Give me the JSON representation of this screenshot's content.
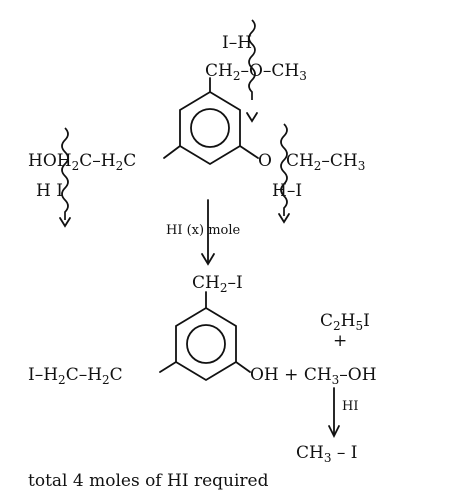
{
  "reactant": {
    "top_reagent": "I–H",
    "top_chain_ch2": "CH",
    "top_chain_ch2_sub": "2",
    "top_chain_rest": "–O–CH",
    "top_chain_ch3_sub": "3",
    "left_chain_a": "HO",
    "left_chain_b": "H",
    "left_chain_b_sub": "2",
    "left_chain_c": "C–H",
    "left_chain_c_sub": "2",
    "left_chain_d": "C",
    "left_reagent": "H  I",
    "right_chain_o": "O",
    "right_chain_a": "CH",
    "right_chain_a_sub": "2",
    "right_chain_b": "–CH",
    "right_chain_b_sub": "3",
    "right_reagent": "H–I"
  },
  "arrow_label": "HI (x) mole",
  "product": {
    "top_ch2": "CH",
    "top_ch2_sub": "2",
    "top_i": "–I",
    "left_a": "I–H",
    "left_a_sub": "2",
    "left_b": "C–H",
    "left_b_sub": "2",
    "left_c": "C",
    "oh_plus": "OH + CH",
    "ch3_sub": "3",
    "oh_end": "–OH",
    "ethyl_c": "C",
    "ethyl_c_sub": "2",
    "ethyl_h": "H",
    "ethyl_h_sub": "5",
    "ethyl_i": "I",
    "plus": "+",
    "hi_label": "HI",
    "final": "CH",
    "final_sub": "3",
    "final_rest": " – I"
  },
  "caption": "total 4 moles of HI required"
}
